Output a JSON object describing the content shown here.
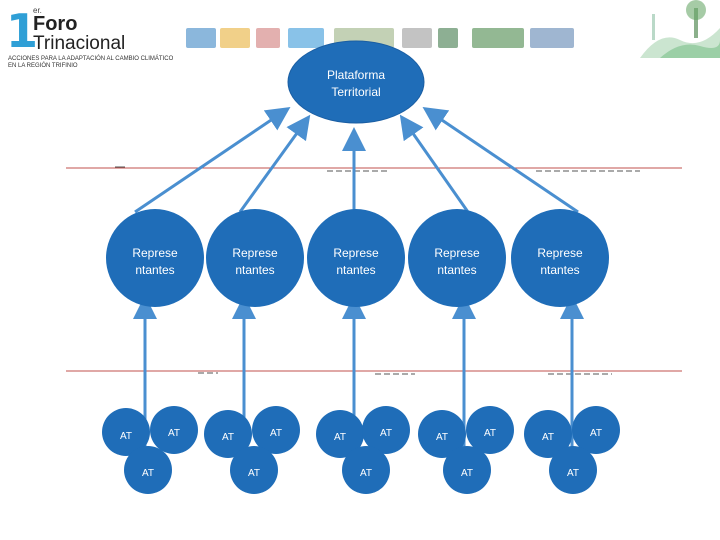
{
  "header": {
    "logo_number": "1",
    "logo_superscript": "er.",
    "logo_word1": "Foro",
    "logo_word2": "Trinacional",
    "logo_subtitle_line1": "ACCIONES PARA LA ADAPTACIÓN AL CAMBIO CLIMÁTICO",
    "logo_subtitle_line2": "EN LA REGIÓN TRIFINIO"
  },
  "platform": {
    "line1": "Plataforma",
    "line2": "Territorial"
  },
  "representatives": [
    {
      "line1": "Represe",
      "line2": "ntantes",
      "at_left": "AT",
      "at_right": "AT",
      "at_bottom": "AT"
    },
    {
      "line1": "Represe",
      "line2": "ntantes",
      "at_left": "AT",
      "at_right": "AT",
      "at_bottom": "AT"
    },
    {
      "line1": "Represe",
      "line2": "ntantes",
      "at_left": "AT",
      "at_right": "AT",
      "at_bottom": "AT"
    },
    {
      "line1": "Represe",
      "line2": "ntantes",
      "at_left": "AT",
      "at_right": "AT",
      "at_bottom": "AT"
    },
    {
      "line1": "Represe",
      "line2": "ntantes",
      "at_left": "AT",
      "at_right": "AT",
      "at_bottom": "AT"
    }
  ],
  "colors": {
    "node_fill": "#1f6db8",
    "node_stroke": "#1a5ea3",
    "arrow": "#4a8fd0",
    "divider": "#c0504d",
    "logo_accent": "#2f9fd6"
  }
}
